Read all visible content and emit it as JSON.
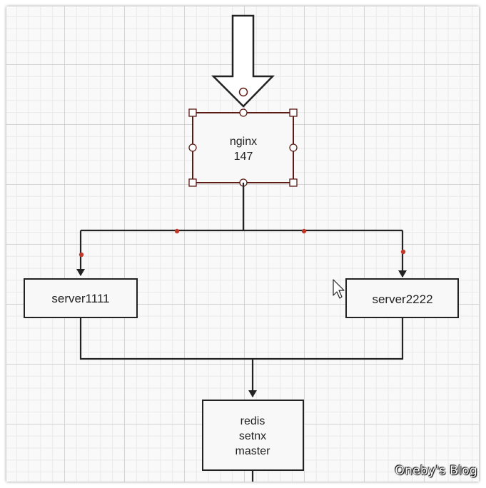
{
  "diagram": {
    "nodes": {
      "nginx": {
        "lines": [
          "nginx",
          "147"
        ]
      },
      "server1": {
        "lines": [
          "server1111"
        ]
      },
      "server2": {
        "lines": [
          "server2222"
        ]
      },
      "redis": {
        "lines": [
          "redis",
          "setnx",
          "master"
        ]
      }
    }
  },
  "watermark": "Oneby's Blog",
  "colors": {
    "grid_major": "#d4d4d4",
    "grid_minor": "#e9e9e9",
    "selection": "#5c1a14",
    "connector_dot": "#c0392b",
    "stroke": "#222222"
  }
}
